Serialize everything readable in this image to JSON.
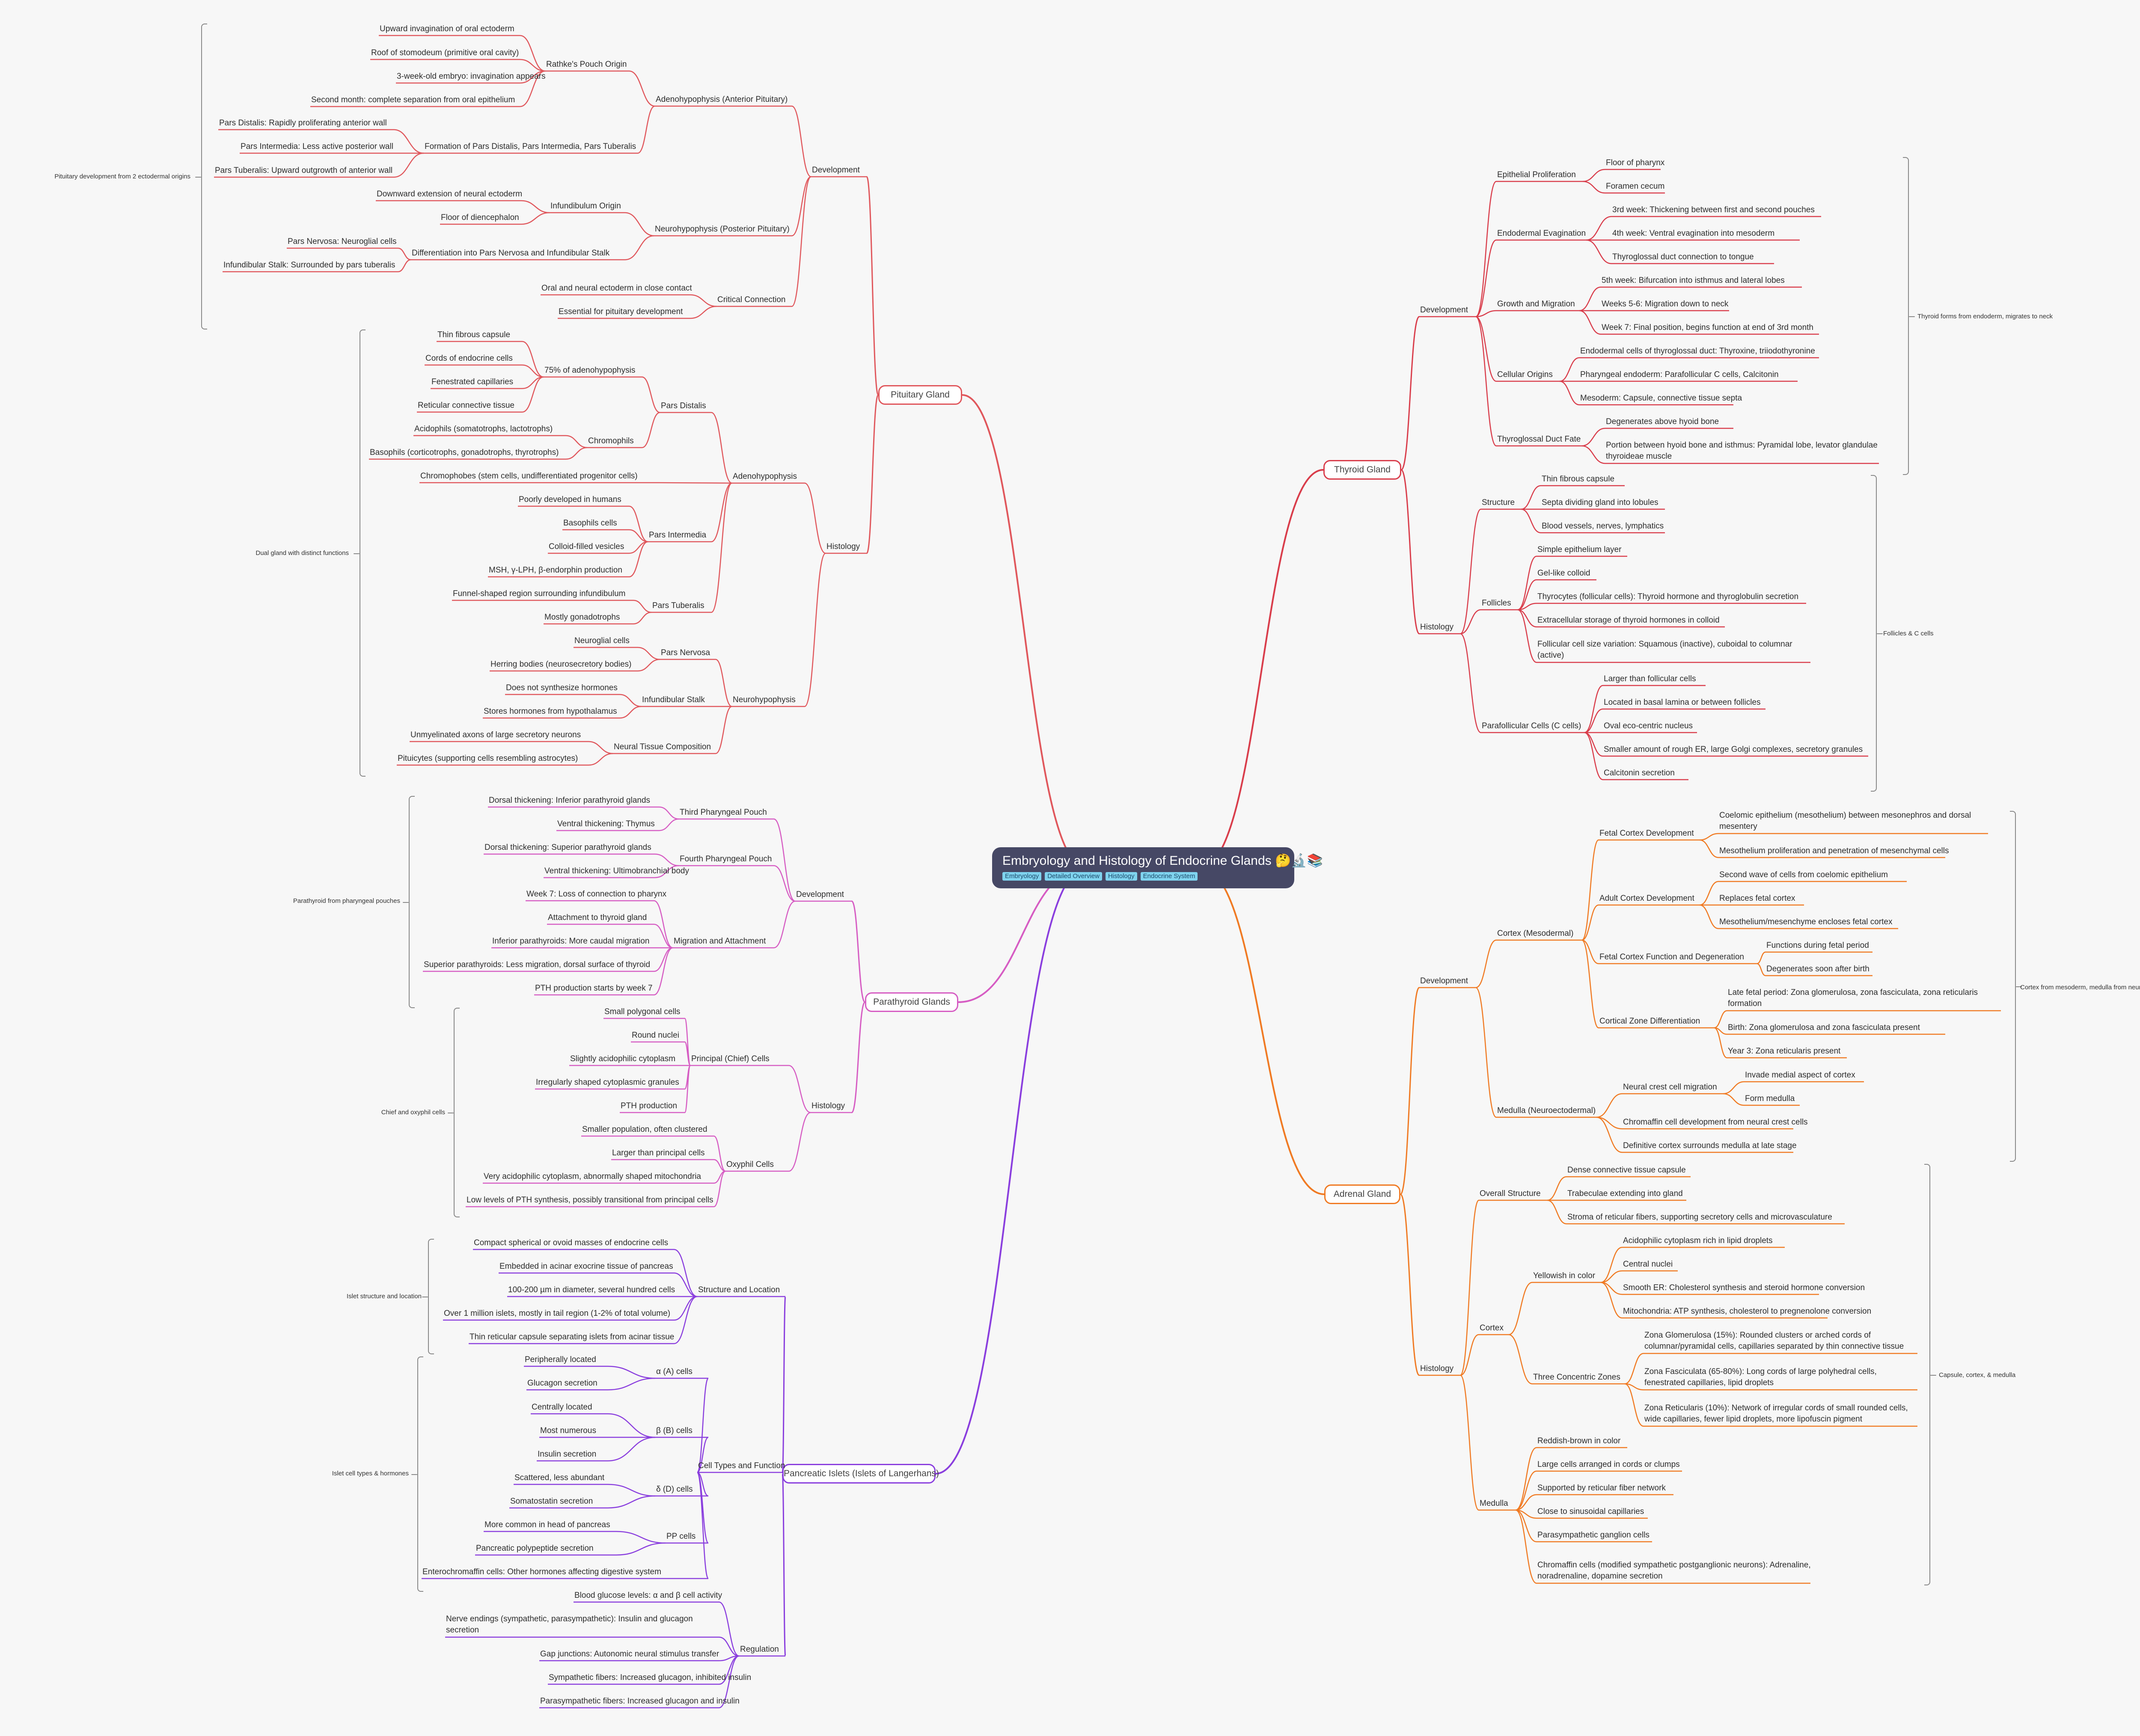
{
  "root": {
    "title": "Embryology and Histology of Endocrine Glands 🤔🔬📚",
    "tags": [
      "Embryology",
      "Detailed Overview",
      "Histology",
      "Endocrine System"
    ]
  },
  "colors": {
    "pituitary": "#e0575c",
    "parathyroid": "#d65cc3",
    "pancreas": "#8a3ede",
    "thyroid": "#d93d4b",
    "adrenal": "#f07a23",
    "root": "#464865",
    "bracket": "#888888"
  },
  "labels": {
    "pit": "Pituitary Gland",
    "pit_dev": "Development",
    "pit_adeno": "Adenohypophysis (Anterior Pituitary)",
    "pit_rathke": "Rathke's Pouch Origin",
    "pit_r1": "Upward invagination of oral ectoderm",
    "pit_r2": "Roof of stomodeum (primitive oral cavity)",
    "pit_r3": "3-week-old embryo: invagination appears",
    "pit_r4": "Second month: complete separation from oral epithelium",
    "pit_form": "Formation of Pars Distalis, Pars Intermedia, Pars Tuberalis",
    "pit_f1": "Pars Distalis: Rapidly proliferating anterior wall",
    "pit_f2": "Pars Intermedia: Less active posterior wall",
    "pit_f3": "Pars Tuberalis: Upward outgrowth of anterior wall",
    "pit_neuro": "Neurohypophysis (Posterior Pituitary)",
    "pit_inf": "Infundibulum Origin",
    "pit_i1": "Downward extension of neural ectoderm",
    "pit_i2": "Floor of diencephalon",
    "pit_diff": "Differentiation into Pars Nervosa and Infundibular Stalk",
    "pit_d1": "Pars Nervosa: Neuroglial cells",
    "pit_d2": "Infundibular Stalk: Surrounded by pars tuberalis",
    "pit_crit": "Critical Connection",
    "pit_c1": "Oral and neural ectoderm in close contact",
    "pit_c2": "Essential for pituitary development",
    "pit_hist": "Histology",
    "pit_hadeno": "Adenohypophysis",
    "pit_pd": "Pars Distalis",
    "pit_75": "75% of adenohypophysis",
    "pit_75a": "Thin fibrous capsule",
    "pit_75b": "Cords of endocrine cells",
    "pit_75c": "Fenestrated capillaries",
    "pit_75d": "Reticular connective tissue",
    "pit_chromo": "Chromophils",
    "pit_ch1": "Acidophils (somatotrophs, lactotrophs)",
    "pit_ch2": "Basophils (corticotrophs, gonadotrophs, thyrotrophs)",
    "pit_chfb": "Chromophobes (stem cells, undifferentiated progenitor cells)",
    "pit_pi": "Pars Intermedia",
    "pit_pi1": "Poorly developed in humans",
    "pit_pi2": "Basophils cells",
    "pit_pi3": "Colloid-filled vesicles",
    "pit_pi4": "MSH, γ-LPH, β-endorphin production",
    "pit_pt": "Pars Tuberalis",
    "pit_pt1": "Funnel-shaped region surrounding infundibulum",
    "pit_pt2": "Mostly gonadotrophs",
    "pit_hneuro": "Neurohypophysis",
    "pit_pn": "Pars Nervosa",
    "pit_pn1": "Neuroglial cells",
    "pit_pn2": "Herring bodies (neurosecretory bodies)",
    "pit_is": "Infundibular Stalk",
    "pit_is1": "Does not synthesize hormones",
    "pit_is2": "Stores hormones from hypothalamus",
    "pit_nt": "Neural Tissue Composition",
    "pit_nt1": "Unmyelinated axons of large secretory neurons",
    "pit_nt2": "Pituicytes (supporting cells resembling astrocytes)",
    "pit_note1": "Pituitary development from 2 ectodermal origins",
    "pit_note2": "Dual gland with distinct functions",
    "pth": "Parathyroid Glands",
    "pth_dev": "Development",
    "pth_third": "Third Pharyngeal Pouch",
    "pth_t1": "Dorsal thickening: Inferior parathyroid glands",
    "pth_t2": "Ventral thickening: Thymus",
    "pth_fourth": "Fourth Pharyngeal Pouch",
    "pth_f1": "Dorsal thickening: Superior parathyroid glands",
    "pth_f2": "Ventral thickening: Ultimobranchial body",
    "pth_mig": "Migration and Attachment",
    "pth_m1": "Week 7: Loss of connection to pharynx",
    "pth_m2": "Attachment to thyroid gland",
    "pth_m3": "Inferior parathyroids: More caudal migration",
    "pth_m4": "Superior parathyroids: Less migration, dorsal surface of thyroid",
    "pth_m5": "PTH production starts by week 7",
    "pth_hist": "Histology",
    "pth_pc": "Principal (Chief) Cells",
    "pth_pc1": "Small polygonal cells",
    "pth_pc2": "Round nuclei",
    "pth_pc3": "Slightly acidophilic cytoplasm",
    "pth_pc4": "Irregularly shaped cytoplasmic granules",
    "pth_pc5": "PTH production",
    "pth_ox": "Oxyphil Cells",
    "pth_ox1": "Smaller population, often clustered",
    "pth_ox2": "Larger than principal cells",
    "pth_ox3": "Very acidophilic cytoplasm, abnormally shaped mitochondria",
    "pth_ox4": "Low levels of PTH synthesis, possibly transitional from principal cells",
    "pth_note1": "Parathyroid from pharyngeal pouches",
    "pth_note2": "Chief and oxyphil cells",
    "pan": "Pancreatic Islets (Islets of Langerhans)",
    "pan_sl": "Structure and Location",
    "pan_sl1": "Compact spherical or ovoid masses of endocrine cells",
    "pan_sl2": "Embedded in acinar exocrine tissue of pancreas",
    "pan_sl3": "100-200 µm in diameter, several hundred cells",
    "pan_sl4": "Over 1 million islets, mostly in tail region (1-2% of total volume)",
    "pan_sl5": "Thin reticular capsule separating islets from acinar tissue",
    "pan_ct": "Cell Types and Function",
    "pan_a": "α (A) cells",
    "pan_a1": "Peripherally located",
    "pan_a2": "Glucagon secretion",
    "pan_b": "β (B) cells",
    "pan_b1": "Centrally located",
    "pan_b2": "Most numerous",
    "pan_b3": "Insulin secretion",
    "pan_d": "δ (D) cells",
    "pan_d1": "Scattered, less abundant",
    "pan_d2": "Somatostatin secretion",
    "pan_pp": "PP cells",
    "pan_pp1": "More common in head of pancreas",
    "pan_pp2": "Pancreatic polypeptide secretion",
    "pan_ec": "Enterochromaffin cells: Other hormones affecting digestive system",
    "pan_reg": "Regulation",
    "pan_r1": "Blood glucose levels: α and β cell activity",
    "pan_r2": "Nerve endings (sympathetic, parasympathetic): Insulin and glucagon secretion",
    "pan_r3": "Gap junctions: Autonomic neural stimulus transfer",
    "pan_r4": "Sympathetic fibers: Increased glucagon, inhibited insulin",
    "pan_r5": "Parasympathetic fibers: Increased glucagon and insulin",
    "pan_note1": "Islet structure and location",
    "pan_note2": "Islet cell types & hormones",
    "thy": "Thyroid Gland",
    "thy_dev": "Development",
    "thy_ep": "Epithelial Proliferation",
    "thy_ep1": "Floor of pharynx",
    "thy_ep2": "Foramen cecum",
    "thy_ee": "Endodermal Evagination",
    "thy_ee1": "3rd week: Thickening between first and second pouches",
    "thy_ee2": "4th week: Ventral evagination into mesoderm",
    "thy_ee3": "Thyroglossal duct connection to tongue",
    "thy_gm": "Growth and Migration",
    "thy_gm1": "5th week: Bifurcation into isthmus and lateral lobes",
    "thy_gm2": "Weeks 5-6: Migration down to neck",
    "thy_gm3": "Week 7: Final position, begins function at end of 3rd month",
    "thy_co": "Cellular Origins",
    "thy_co1": "Endodermal cells of thyroglossal duct: Thyroxine, triiodothyronine",
    "thy_co2": "Pharyngeal endoderm: Parafollicular C cells, Calcitonin",
    "thy_co3": "Mesoderm: Capsule, connective tissue septa",
    "thy_td": "Thyroglossal Duct Fate",
    "thy_td1": "Degenerates above hyoid bone",
    "thy_td2": "Portion between hyoid bone and isthmus: Pyramidal lobe, levator glandulae thyroideae muscle",
    "thy_hist": "Histology",
    "thy_st": "Structure",
    "thy_st1": "Thin fibrous capsule",
    "thy_st2": "Septa dividing gland into lobules",
    "thy_st3": "Blood vessels, nerves, lymphatics",
    "thy_fo": "Follicles",
    "thy_fo1": "Simple epithelium layer",
    "thy_fo2": "Gel-like colloid",
    "thy_fo3": "Thyrocytes (follicular cells): Thyroid hormone and thyroglobulin secretion",
    "thy_fo4": "Extracellular storage of thyroid hormones in colloid",
    "thy_fo5": "Follicular cell size variation: Squamous (inactive), cuboidal to columnar (active)",
    "thy_pf": "Parafollicular Cells (C cells)",
    "thy_pf1": "Larger than follicular cells",
    "thy_pf2": "Located in basal lamina or between follicles",
    "thy_pf3": "Oval eco-centric nucleus",
    "thy_pf4": "Smaller amount of rough ER, large Golgi complexes, secretory granules",
    "thy_pf5": "Calcitonin secretion",
    "thy_note1": "Thyroid forms from endoderm, migrates to neck",
    "thy_note2": "Follicles & C cells",
    "adr": "Adrenal Gland",
    "adr_dev": "Development",
    "adr_cx": "Cortex (Mesodermal)",
    "adr_fc": "Fetal Cortex Development",
    "adr_fc1": "Coelomic epithelium (mesothelium) between mesonephros and dorsal mesentery",
    "adr_fc2": "Mesothelium proliferation and penetration of mesenchymal cells",
    "adr_ac": "Adult Cortex Development",
    "adr_ac1": "Second wave of cells from coelomic epithelium",
    "adr_ac2": "Replaces fetal cortex",
    "adr_ac3": "Mesothelium/mesenchyme encloses fetal cortex",
    "adr_ff": "Fetal Cortex Function and Degeneration",
    "adr_ff1": "Functions during fetal period",
    "adr_ff2": "Degenerates soon after birth",
    "adr_cz": "Cortical Zone Differentiation",
    "adr_cz1": "Late fetal period: Zona glomerulosa, zona fasciculata, zona reticularis formation",
    "adr_cz2": "Birth: Zona glomerulosa and zona fasciculata present",
    "adr_cz3": "Year 3: Zona reticularis present",
    "adr_md": "Medulla (Neuroectodermal)",
    "adr_nc": "Neural crest cell migration",
    "adr_nc1": "Invade medial aspect of cortex",
    "adr_nc2": "Form medulla",
    "adr_md1": "Chromaffin cell development from neural crest cells",
    "adr_md2": "Definitive cortex surrounds medulla at late stage",
    "adr_hist": "Histology",
    "adr_os": "Overall Structure",
    "adr_os1": "Dense connective tissue capsule",
    "adr_os2": "Trabeculae extending into gland",
    "adr_os3": "Stroma of reticular fibers, supporting secretory cells and microvasculature",
    "adr_hcx": "Cortex",
    "adr_yc": "Yellowish in color",
    "adr_yc1": "Acidophilic cytoplasm rich in lipid droplets",
    "adr_yc2": "Central nuclei",
    "adr_yc3": "Smooth ER: Cholesterol synthesis and steroid hormone conversion",
    "adr_yc4": "Mitochondria: ATP synthesis, cholesterol to pregnenolone conversion",
    "adr_tz": "Three Concentric Zones",
    "adr_tz1": "Zona Glomerulosa (15%): Rounded clusters or arched cords of columnar/pyramidal cells, capillaries separated by thin connective tissue",
    "adr_tz2": "Zona Fasciculata (65-80%): Long cords of large polyhedral cells, fenestrated capillaries, lipid droplets",
    "adr_tz3": "Zona Reticularis (10%): Network of irregular cords of small rounded cells, wide capillaries, fewer lipid droplets, more lipofuscin pigment",
    "adr_hmd": "Medulla",
    "adr_hm1": "Reddish-brown in color",
    "adr_hm2": "Large cells arranged in cords or clumps",
    "adr_hm3": "Supported by reticular fiber network",
    "adr_hm4": "Close to sinusoidal capillaries",
    "adr_hm5": "Parasympathetic ganglion cells",
    "adr_hm6": "Chromaffin cells (modified sympathetic postganglionic neurons): Adrenaline, noradrenaline, dopamine secretion",
    "adr_note1": "Cortex from mesoderm, medulla from neural crest",
    "adr_note2": "Capsule, cortex, & medulla"
  }
}
